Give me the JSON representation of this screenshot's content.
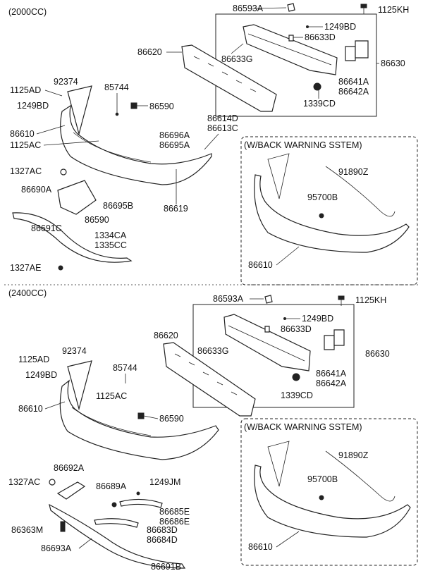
{
  "sections": [
    {
      "heading": "(2000CC)",
      "option_heading": "(W/BACK WARNING SSTEM)"
    },
    {
      "heading": "(2400CC)",
      "option_heading": "(W/BACK WARNING SSTEM)"
    }
  ],
  "top_labels": {
    "c86593A": "86593A",
    "c1125KH": "1125KH",
    "c1249BD_b": "1249BD",
    "c86633D": "86633D",
    "c86620": "86620",
    "c86633G": "86633G",
    "c86630": "86630",
    "c86641A": "86641A",
    "c86642A": "86642A",
    "c1339CD": "1339CD",
    "c92374": "92374",
    "c1125AD": "1125AD",
    "c85744": "85744",
    "c1249BD": "1249BD",
    "c86590": "86590",
    "c86610": "86610",
    "c1125AC": "1125AC",
    "c86614D": "86614D",
    "c86613C": "86613C",
    "c86696A": "86696A",
    "c86695A": "86695A",
    "c1327AC": "1327AC",
    "c86690A": "86690A",
    "c86695B": "86695B",
    "c86590_b": "86590",
    "c86691C": "86691C",
    "c86619": "86619",
    "c1334CA": "1334CA",
    "c1335CC": "1335CC",
    "c1327AE": "1327AE",
    "c91890Z": "91890Z",
    "c95700B": "95700B",
    "c86610_w": "86610"
  },
  "bottom_labels": {
    "c86593A": "86593A",
    "c1125KH": "1125KH",
    "c1249BD_b": "1249BD",
    "c86633D": "86633D",
    "c86620": "86620",
    "c86633G": "86633G",
    "c86630": "86630",
    "c86641A": "86641A",
    "c86642A": "86642A",
    "c1339CD": "1339CD",
    "c1125AD": "1125AD",
    "c92374": "92374",
    "c85744": "85744",
    "c1249BD": "1249BD",
    "c1125AC": "1125AC",
    "c86610": "86610",
    "c86590": "86590",
    "c86692A": "86692A",
    "c1327AC": "1327AC",
    "c86689A": "86689A",
    "c1249JM": "1249JM",
    "c86685E": "86685E",
    "c86686E": "86686E",
    "c86363M": "86363M",
    "c86683D": "86683D",
    "c86684D": "86684D",
    "c86693A": "86693A",
    "c86691B": "86691B",
    "c91890Z": "91890Z",
    "c95700B": "95700B",
    "c86610_w": "86610"
  }
}
